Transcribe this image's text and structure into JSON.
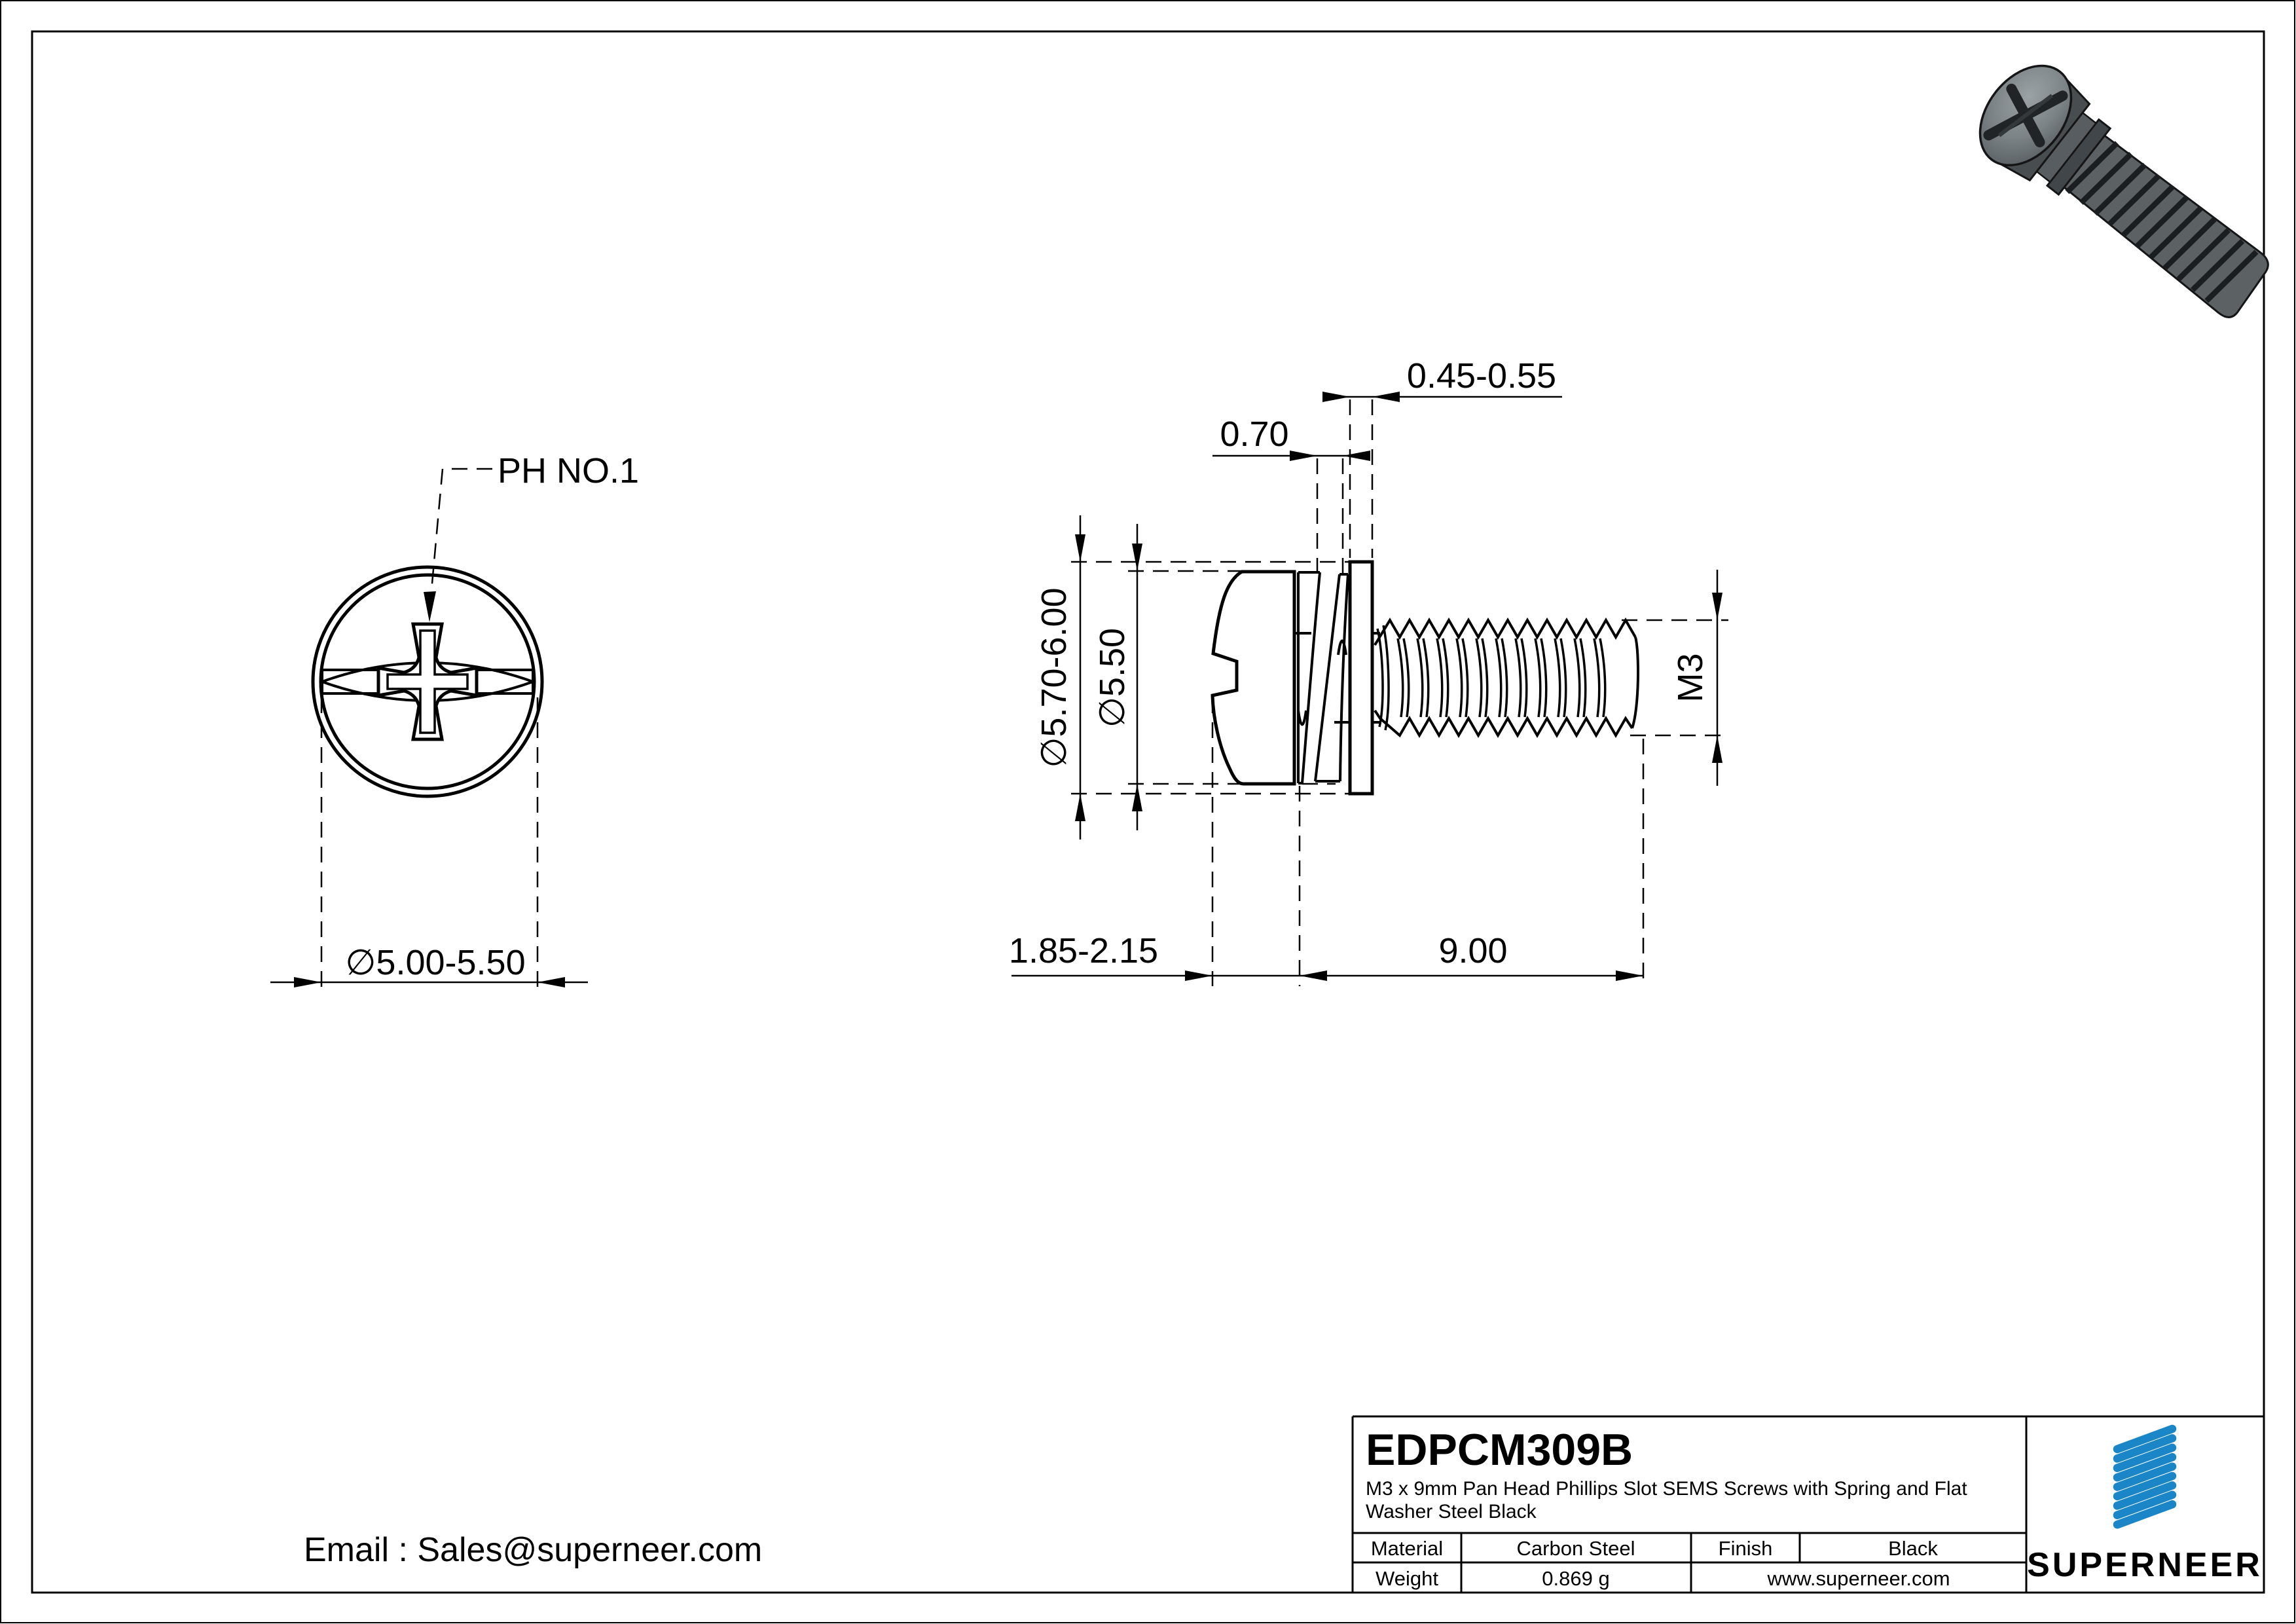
{
  "front_view": {
    "drive_label": "PH NO.1",
    "head_diameter": "∅5.00-5.50"
  },
  "side_view": {
    "spring_washer_thickness": "0.70",
    "flat_washer_thickness": "0.45-0.55",
    "washer_od": "∅5.70-6.00",
    "head_od": "∅5.50",
    "thread_size": "M3",
    "head_height": "1.85-2.15",
    "thread_length": "9.00"
  },
  "footer": {
    "email": "Email : Sales@superneer.com"
  },
  "title_block": {
    "part_number": "EDPCM309B",
    "description_line1": "M3 x 9mm Pan Head Phillips Slot SEMS Screws with Spring and Flat",
    "description_line2": "Washer Steel Black",
    "material_label": "Material",
    "material_value": "Carbon Steel",
    "finish_label": "Finish",
    "finish_value": "Black",
    "weight_label": "Weight",
    "weight_value": "0.869 g",
    "website": "www.superneer.com",
    "brand": "SUPERNEER"
  },
  "colors": {
    "brand_blue": "#1a86c8",
    "link_blue": "#1e8fd5"
  }
}
